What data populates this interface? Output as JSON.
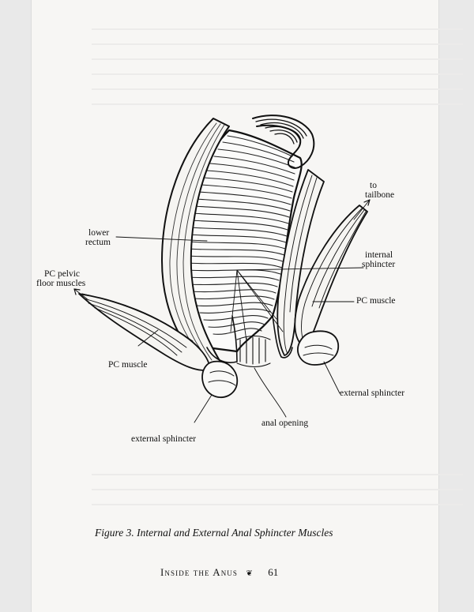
{
  "figure": {
    "labels": {
      "to_tailbone_1": "to",
      "to_tailbone_2": "tailbone",
      "lower_rectum_1": "lower",
      "lower_rectum_2": "rectum",
      "internal_sphincter_1": "internal",
      "internal_sphincter_2": "sphincter",
      "pc_pelvic_1": "PC pelvic",
      "pc_pelvic_2": "floor muscles",
      "pc_muscle_right": "PC muscle",
      "pc_muscle_left": "PC muscle",
      "external_sphincter_right": "external sphincter",
      "anal_opening": "anal opening",
      "external_sphincter_left": "external sphincter"
    },
    "caption": "Figure 3. Internal and External Anal Sphincter Muscles"
  },
  "footer": {
    "running_title": "Inside the Anus",
    "ornament": "❦",
    "page_number": "61"
  }
}
